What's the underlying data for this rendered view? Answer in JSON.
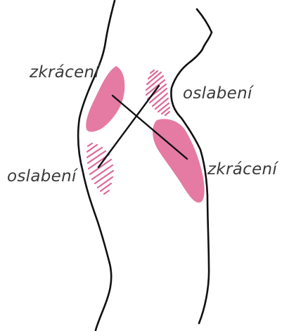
{
  "labels": {
    "top_left": "zkrácení",
    "top_right": "oslabení",
    "bottom_left": "oslabení",
    "bottom_right": "zkrácení"
  },
  "colors": {
    "outline": "#111111",
    "muscle": "#e57ba3",
    "hatch": "#de6a96",
    "text": "#3a3a3a"
  }
}
